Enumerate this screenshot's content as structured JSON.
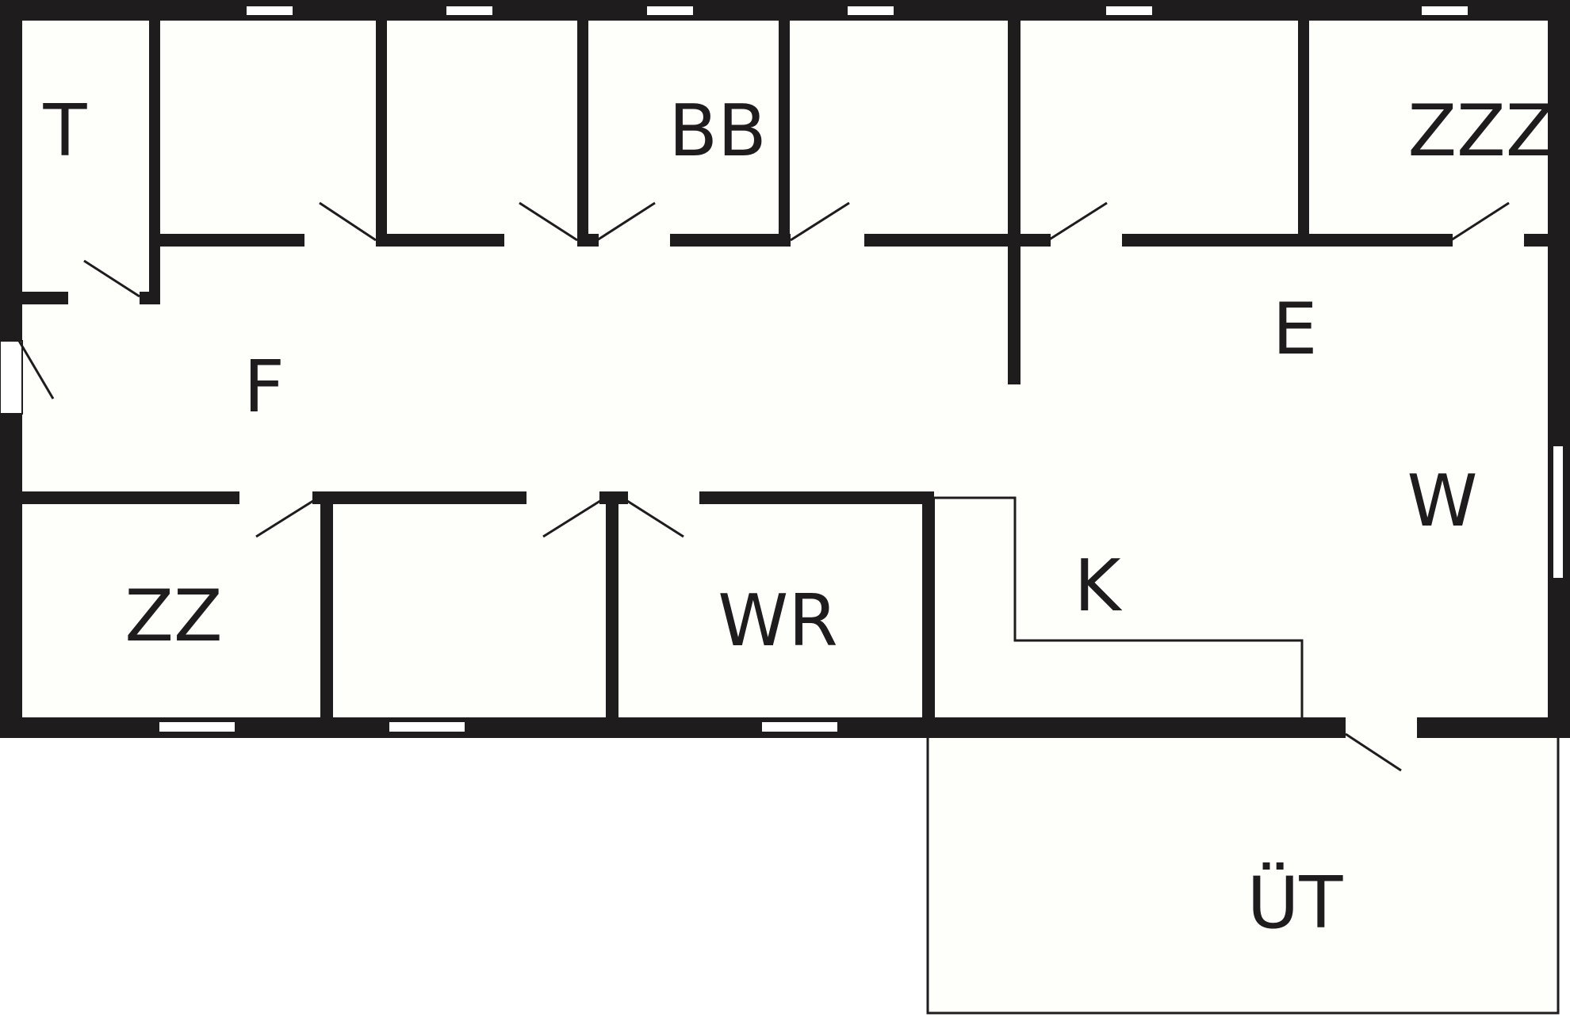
{
  "floor_plan": {
    "rooms": [
      {
        "id": "t",
        "label": "T"
      },
      {
        "id": "bb",
        "label": "BB"
      },
      {
        "id": "zzz",
        "label": "ZZZ"
      },
      {
        "id": "e",
        "label": "E"
      },
      {
        "id": "f",
        "label": "F"
      },
      {
        "id": "w",
        "label": "W"
      },
      {
        "id": "k",
        "label": "K"
      },
      {
        "id": "zz",
        "label": "ZZ"
      },
      {
        "id": "wr",
        "label": "WR"
      },
      {
        "id": "ut",
        "label": "ÜT"
      }
    ]
  },
  "colors": {
    "wall": "#1f1c1d",
    "floor": "#fefefb",
    "background": "#ffffff"
  }
}
